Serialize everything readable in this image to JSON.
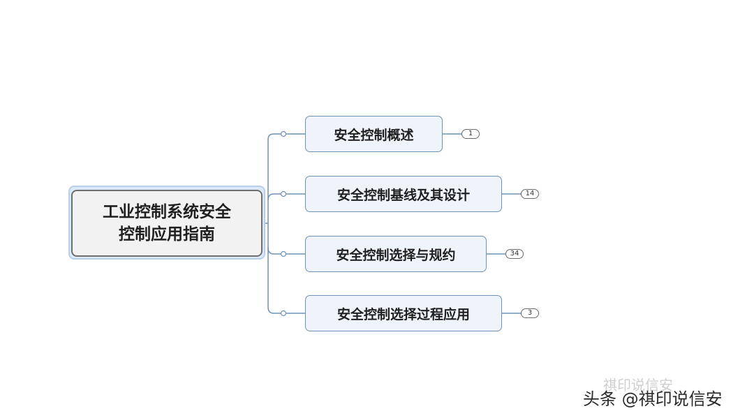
{
  "root": {
    "line1": "工业控制系统安全",
    "line2": "控制应用指南"
  },
  "branches": [
    {
      "label": "安全控制概述",
      "count": "1"
    },
    {
      "label": "安全控制基线及其设计",
      "count": "14"
    },
    {
      "label": "安全控制选择与规约",
      "count": "34"
    },
    {
      "label": "安全控制选择过程应用",
      "count": "3"
    }
  ],
  "watermark": {
    "faint": "祺印说信安",
    "main": "头条 @祺印说信安"
  },
  "colors": {
    "connector": "#6f92b8",
    "branch_fill": "#eff4fa",
    "root_fill": "#f2f2f2"
  }
}
